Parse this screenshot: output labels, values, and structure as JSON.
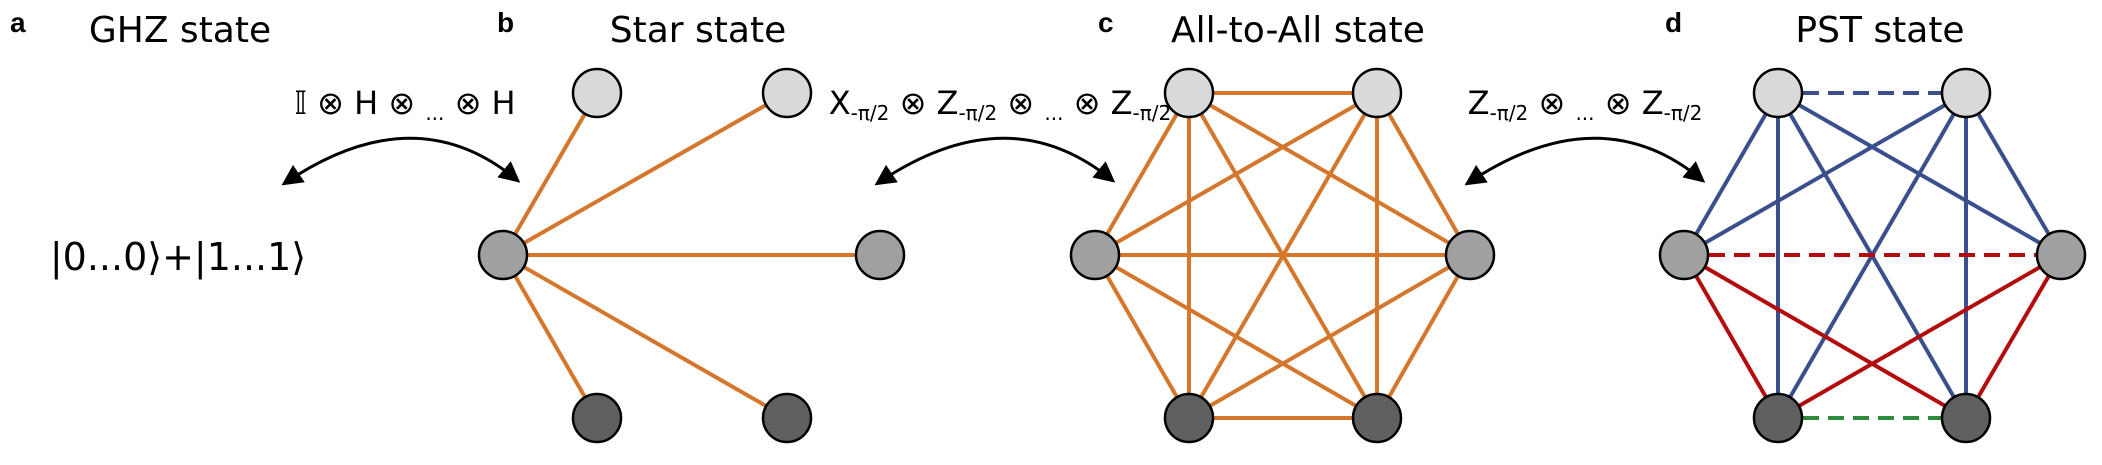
{
  "panels": [
    {
      "letter": "a",
      "title": "GHZ state",
      "ket": "|0...0⟩+|1...1⟩"
    },
    {
      "letter": "b",
      "title": "Star state"
    },
    {
      "letter": "c",
      "title": "All-to-All state"
    },
    {
      "letter": "d",
      "title": "PST state"
    }
  ],
  "transforms": [
    {
      "parts": [
        {
          "t": "𝕀"
        },
        {
          "t": " ⊗ H ⊗ "
        },
        {
          "t": "...",
          "sub": true
        },
        {
          "t": " ⊗ H"
        }
      ]
    },
    {
      "parts": [
        {
          "t": "X"
        },
        {
          "t": "-π/2",
          "sub": true
        },
        {
          "t": " ⊗ Z"
        },
        {
          "t": "-π/2",
          "sub": true
        },
        {
          "t": " ⊗ "
        },
        {
          "t": "...",
          "sub": true
        },
        {
          "t": " ⊗ Z"
        },
        {
          "t": "-π/2",
          "sub": true
        }
      ]
    },
    {
      "parts": [
        {
          "t": "Z"
        },
        {
          "t": "-π/2",
          "sub": true
        },
        {
          "t": " ⊗ "
        },
        {
          "t": "...",
          "sub": true
        },
        {
          "t": " ⊗ Z"
        },
        {
          "t": "-π/2",
          "sub": true
        }
      ]
    }
  ],
  "colors": {
    "orange_edge": "#D4772C",
    "blue_edge": "#3B4F8C",
    "red_edge": "#B30C0C",
    "green_edge": "#2E8B3A",
    "node_light": "#D9D9D9",
    "node_mid": "#A0A0A0",
    "node_dark": "#606060"
  },
  "graphs": {
    "star": {
      "nodes": [
        "light",
        "light",
        "mid",
        "mid",
        "dark",
        "dark"
      ],
      "edges": [
        {
          "a": 2,
          "b": 0,
          "style": "orange"
        },
        {
          "a": 2,
          "b": 1,
          "style": "orange"
        },
        {
          "a": 2,
          "b": 3,
          "style": "orange"
        },
        {
          "a": 2,
          "b": 4,
          "style": "orange"
        },
        {
          "a": 2,
          "b": 5,
          "style": "orange"
        }
      ]
    },
    "all_to_all": {
      "nodes": [
        "light",
        "light",
        "mid",
        "mid",
        "dark",
        "dark"
      ],
      "edges": [
        {
          "a": 0,
          "b": 1,
          "style": "orange"
        },
        {
          "a": 0,
          "b": 2,
          "style": "orange"
        },
        {
          "a": 0,
          "b": 3,
          "style": "orange"
        },
        {
          "a": 0,
          "b": 4,
          "style": "orange"
        },
        {
          "a": 0,
          "b": 5,
          "style": "orange"
        },
        {
          "a": 1,
          "b": 2,
          "style": "orange"
        },
        {
          "a": 1,
          "b": 3,
          "style": "orange"
        },
        {
          "a": 1,
          "b": 4,
          "style": "orange"
        },
        {
          "a": 1,
          "b": 5,
          "style": "orange"
        },
        {
          "a": 2,
          "b": 3,
          "style": "orange"
        },
        {
          "a": 2,
          "b": 4,
          "style": "orange"
        },
        {
          "a": 2,
          "b": 5,
          "style": "orange"
        },
        {
          "a": 3,
          "b": 4,
          "style": "orange"
        },
        {
          "a": 3,
          "b": 5,
          "style": "orange"
        },
        {
          "a": 4,
          "b": 5,
          "style": "orange"
        }
      ]
    },
    "pst": {
      "nodes": [
        "light",
        "light",
        "mid",
        "mid",
        "dark",
        "dark"
      ],
      "edges": [
        {
          "a": 0,
          "b": 1,
          "style": "blue",
          "dashed": true
        },
        {
          "a": 0,
          "b": 2,
          "style": "blue"
        },
        {
          "a": 0,
          "b": 3,
          "style": "blue"
        },
        {
          "a": 0,
          "b": 4,
          "style": "blue"
        },
        {
          "a": 0,
          "b": 5,
          "style": "blue"
        },
        {
          "a": 1,
          "b": 2,
          "style": "blue"
        },
        {
          "a": 1,
          "b": 3,
          "style": "blue"
        },
        {
          "a": 1,
          "b": 4,
          "style": "blue"
        },
        {
          "a": 1,
          "b": 5,
          "style": "blue"
        },
        {
          "a": 2,
          "b": 3,
          "style": "red",
          "dashed": true
        },
        {
          "a": 2,
          "b": 4,
          "style": "red"
        },
        {
          "a": 2,
          "b": 5,
          "style": "red"
        },
        {
          "a": 3,
          "b": 4,
          "style": "red"
        },
        {
          "a": 3,
          "b": 5,
          "style": "red"
        },
        {
          "a": 4,
          "b": 5,
          "style": "green",
          "dashed": true
        }
      ]
    }
  }
}
